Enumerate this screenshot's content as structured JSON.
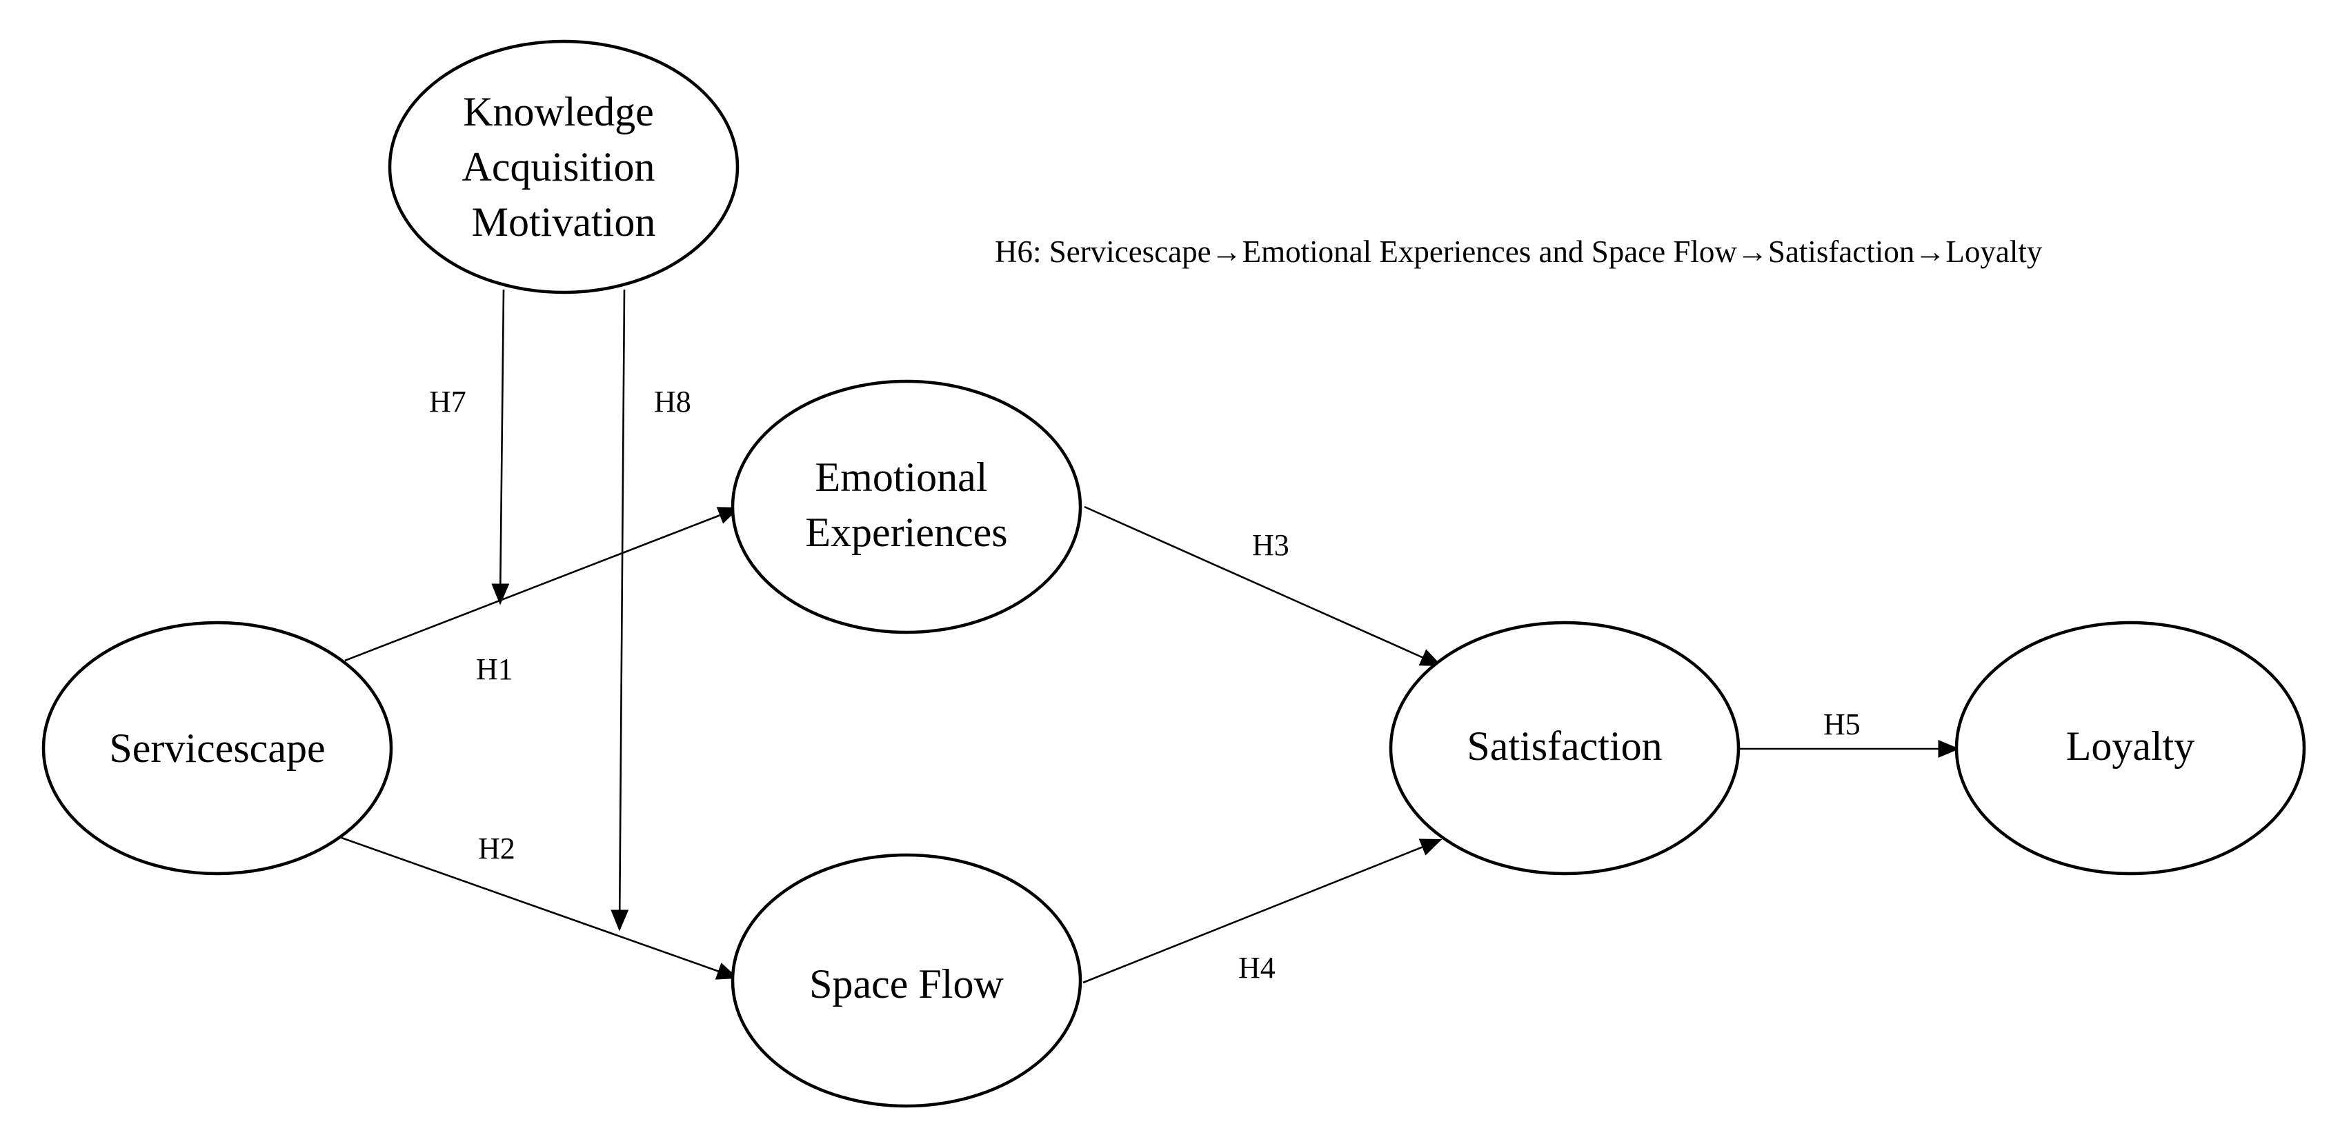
{
  "nodes": {
    "knowledge": {
      "lines": [
        "Knowledge",
        "Acquisition",
        "Motivation"
      ]
    },
    "emotional": {
      "lines": [
        "Emotional",
        "Experiences"
      ]
    },
    "servicescape": {
      "lines": [
        "Servicescape"
      ]
    },
    "spaceflow": {
      "lines": [
        "Space Flow"
      ]
    },
    "satisfaction": {
      "lines": [
        "Satisfaction"
      ]
    },
    "loyalty": {
      "lines": [
        "Loyalty"
      ]
    }
  },
  "edges": {
    "h1": {
      "label": "H1"
    },
    "h2": {
      "label": "H2"
    },
    "h3": {
      "label": "H3"
    },
    "h4": {
      "label": "H4"
    },
    "h5": {
      "label": "H5"
    },
    "h7": {
      "label": "H7"
    },
    "h8": {
      "label": "H8"
    }
  },
  "note": {
    "h6_text": "H6: Servicescape→Emotional Experiences and Space Flow→Satisfaction→Loyalty"
  },
  "colors": {
    "stroke": "#000000",
    "background": "#ffffff"
  }
}
